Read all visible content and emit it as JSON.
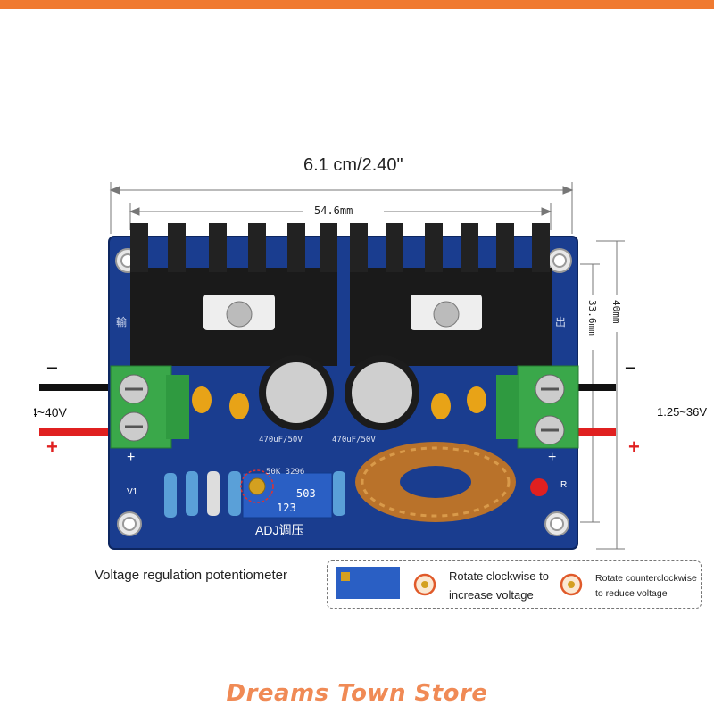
{
  "dimensions": {
    "overall": "6.1 cm/2.40\"",
    "inner_width": "54.6mm",
    "height_outer": "40mm",
    "height_inner": "33.6mm"
  },
  "input": {
    "voltage": "4~40V",
    "minus": "−",
    "plus": "+"
  },
  "output": {
    "voltage": "1.25~36V",
    "minus": "−",
    "plus": "+"
  },
  "board": {
    "cap_label_left": "470uF/50V",
    "cap_label_right": "470uF/50V",
    "pot_top": "50K 3296",
    "pot_code1": "503",
    "pot_code2": "123",
    "adj_label": "ADJ调压",
    "v1_label": "V1",
    "r_label": "R",
    "in_char": "輸",
    "out_char": "出",
    "plus_mark": "+"
  },
  "legend": {
    "potentiometer": "Voltage regulation potentiometer",
    "clockwise_1": "Rotate clockwise to",
    "clockwise_2": "increase voltage",
    "counter_1": "Rotate counterclockwise",
    "counter_2": "to reduce voltage"
  },
  "store_name": "Dreams Town Store",
  "colors": {
    "accent_top": "#f07a30",
    "pcb": "#1a3d8f",
    "terminal": "#3aa84a",
    "store": "#f08a55"
  }
}
